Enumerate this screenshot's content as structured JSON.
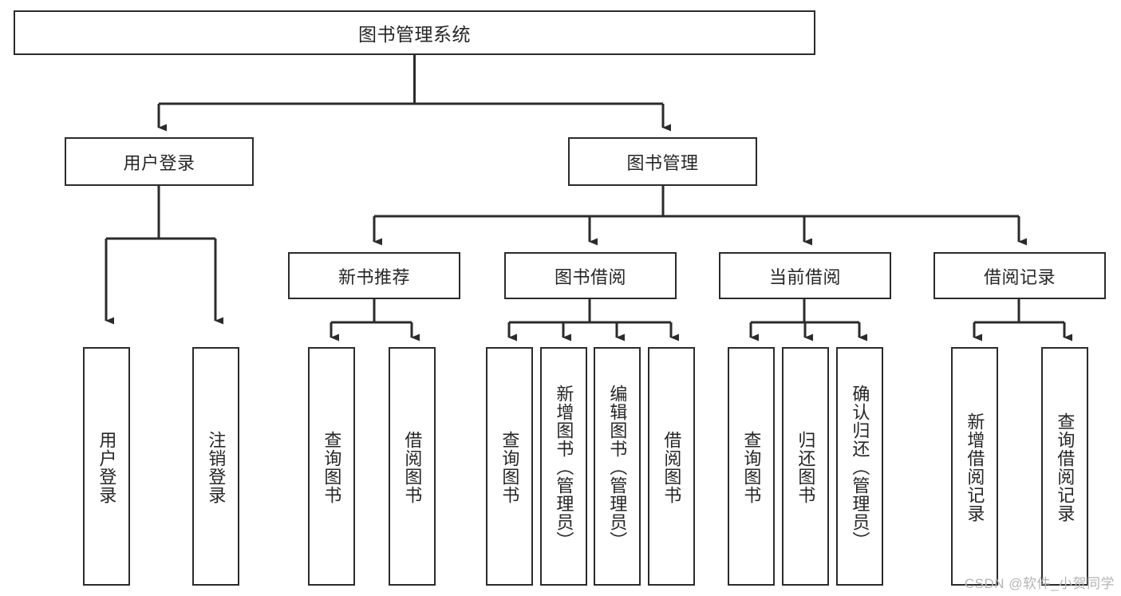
{
  "diagram": {
    "title": "图书管理系统",
    "type": "tree-hierarchy-chart",
    "colors": {
      "box_border": "#2b2b2b",
      "box_fill": "#ffffff",
      "edge": "#2b2b2b",
      "text": "#262626",
      "watermark": "#b4b4b4",
      "background": "#ffffff"
    },
    "root": {
      "label": "图书管理系统"
    },
    "level2": [
      {
        "label": "用户登录"
      },
      {
        "label": "图书管理"
      }
    ],
    "level3": [
      {
        "label": "新书推荐"
      },
      {
        "label": "图书借阅"
      },
      {
        "label": "当前借阅"
      },
      {
        "label": "借阅记录"
      }
    ],
    "leaves": {
      "user_login": [
        {
          "label": "用户登录"
        },
        {
          "label": "注销登录"
        }
      ],
      "new_book_recommend": [
        {
          "label": "查询图书"
        },
        {
          "label": "借阅图书"
        }
      ],
      "book_borrow": [
        {
          "label": "查询图书"
        },
        {
          "label": "新增图书（管理员）"
        },
        {
          "label": "编辑图书（管理员）"
        },
        {
          "label": "借阅图书"
        }
      ],
      "current_borrow": [
        {
          "label": "查询图书"
        },
        {
          "label": "归还图书"
        },
        {
          "label": "确认归还（管理员）"
        }
      ],
      "borrow_records": [
        {
          "label": "新增借阅记录"
        },
        {
          "label": "查询借阅记录"
        }
      ]
    }
  },
  "watermark": {
    "text": "CSDN @软件_小贺同学"
  }
}
